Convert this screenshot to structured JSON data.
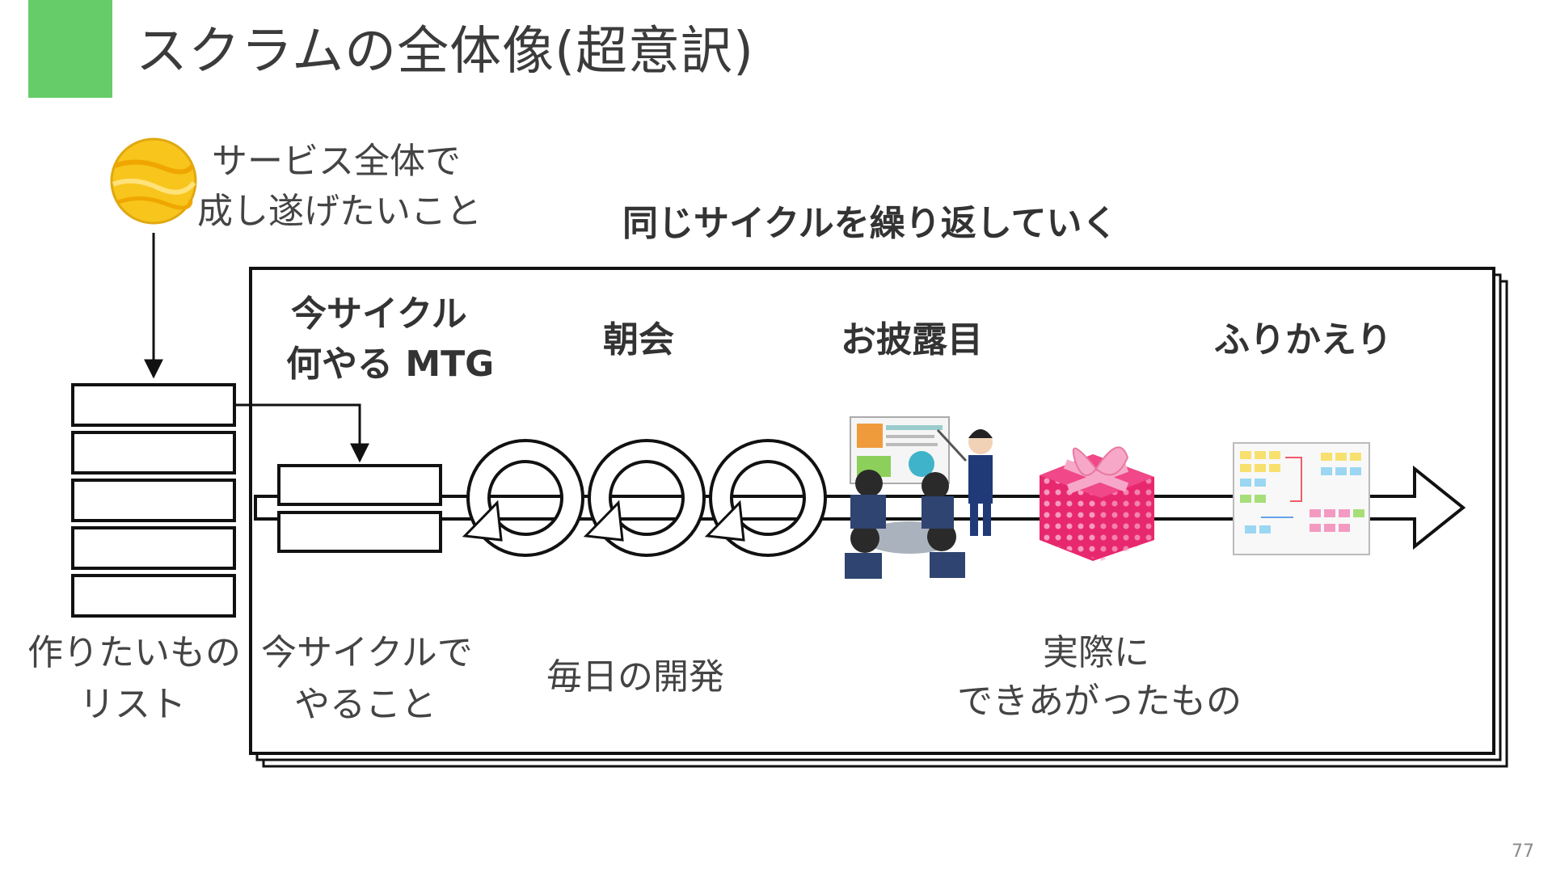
{
  "slide": {
    "title": "スクラムの全体像(超意訳)",
    "page_number": "77",
    "accent_color": "#66cc6a"
  },
  "labels": {
    "vision_line1": "サービス全体で",
    "vision_line2": "成し遂げたいこと",
    "cycle_heading": "同じサイクルを繰り返していく",
    "planning_line1": "今サイクル",
    "planning_line2": "何やる MTG",
    "daily_standup": "朝会",
    "review": "お披露目",
    "retrospective": "ふりかえり",
    "backlog_line1": "作りたいもの",
    "backlog_line2": "リスト",
    "sprint_backlog_line1": "今サイクルで",
    "sprint_backlog_line2": "やること",
    "daily_dev": "毎日の開発",
    "increment_line1": "実際に",
    "increment_line2": "できあがったもの"
  },
  "icons": {
    "vision": "planet-icon",
    "review": "presentation-meeting-illustration",
    "increment": "gift-box-icon",
    "retrospective": "sticky-note-board-illustration"
  },
  "colors": {
    "planet": "#f7c51c",
    "gift": "#e8286e",
    "ribbon": "#f7a8c8"
  }
}
